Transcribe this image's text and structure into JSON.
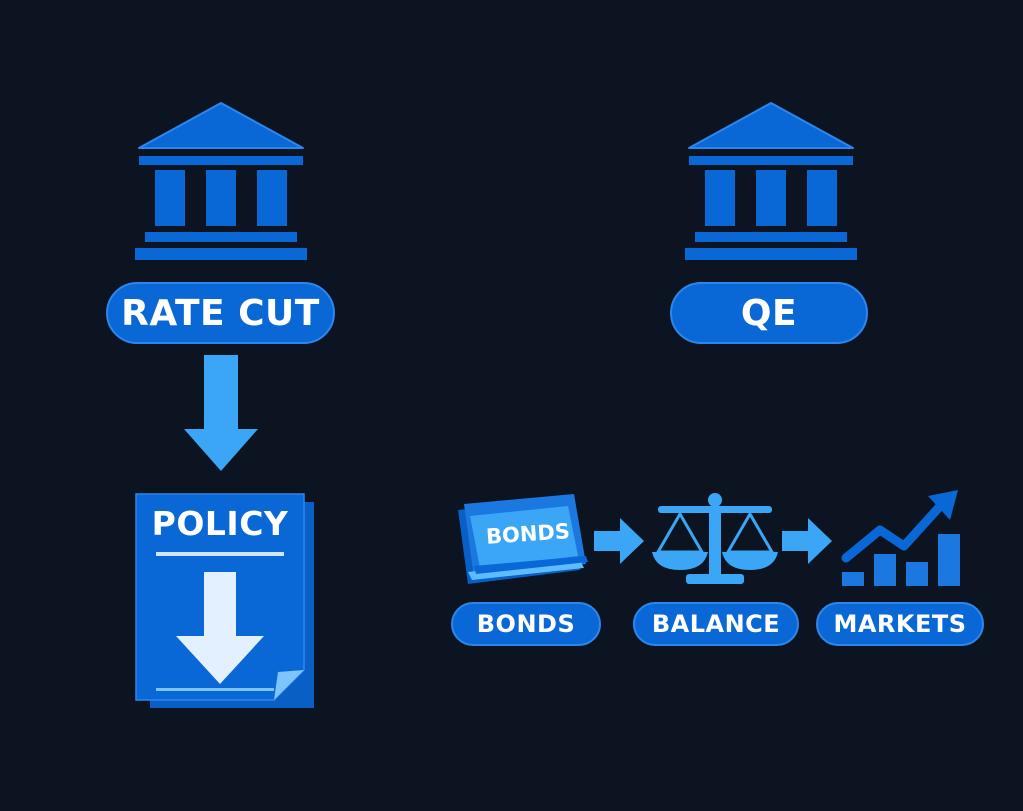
{
  "left_branch": {
    "label": "RATE CUT",
    "document_title": "POLICY"
  },
  "right_branch": {
    "label": "QE",
    "steps": [
      {
        "label": "BONDS",
        "icon": "bonds-icon",
        "icon_text": "BONDS"
      },
      {
        "label": "BALANCE",
        "icon": "balance-scale-icon"
      },
      {
        "label": "MARKETS",
        "icon": "rising-chart-icon"
      }
    ]
  },
  "colors": {
    "background": "#0b1420",
    "primary_blue": "#0a68d6",
    "light_blue": "#3aa6f5",
    "pale_blue": "#cfe6ff"
  }
}
